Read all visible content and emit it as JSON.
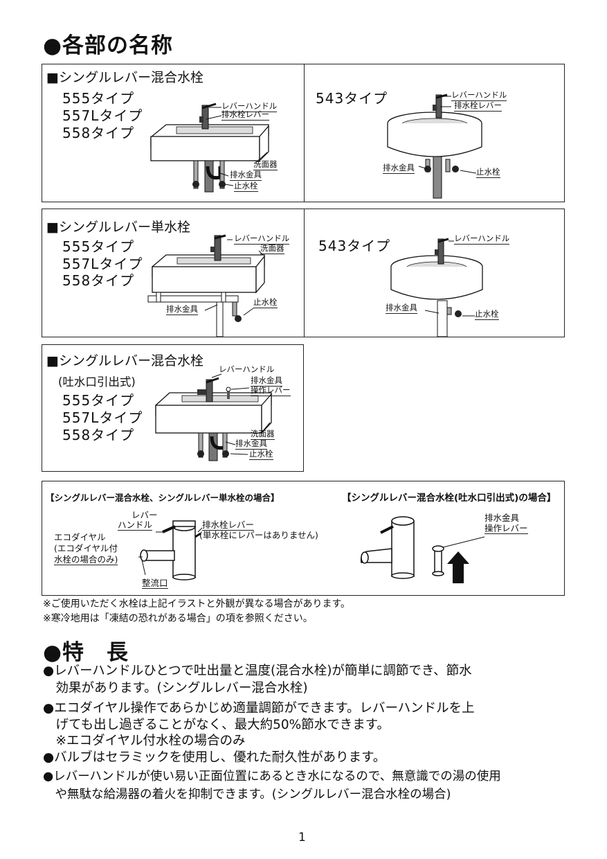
{
  "heading_names": "●各部の名称",
  "box1": {
    "title": "■シングルレバー混合水栓",
    "types": [
      "555タイプ",
      "557Lタイプ",
      "558タイプ"
    ],
    "labels": {
      "lever_handle": "レバーハンドル",
      "drain_lever": "排水栓レバー",
      "basin": "洗面器",
      "drain_fitting": "排水金具",
      "stop_valve": "止水栓"
    },
    "right_type": "543タイプ",
    "right_labels": {
      "lever_handle": "レバーハンドル",
      "drain_lever": "排水栓レバー",
      "drain_fitting": "排水金具",
      "stop_valve": "止水栓"
    }
  },
  "box2": {
    "title": "■シングルレバー単水栓",
    "types": [
      "555タイプ",
      "557Lタイプ",
      "558タイプ"
    ],
    "labels": {
      "lever_handle": "レバーハンドル",
      "basin": "洗面器",
      "drain_fitting": "排水金具",
      "stop_valve": "止水栓"
    },
    "right_type": "543タイプ",
    "right_labels": {
      "lever_handle": "レバーハンドル",
      "drain_fitting": "排水金具",
      "stop_valve": "止水栓"
    }
  },
  "box3": {
    "title": "■シングルレバー混合水栓",
    "subtitle": "(吐水口引出式)",
    "types": [
      "555タイプ",
      "557Lタイプ",
      "558タイプ"
    ],
    "labels": {
      "lever_handle": "レバーハンドル",
      "drain_op_1": "排水金具",
      "drain_op_2": "操作レバー",
      "basin": "洗面器",
      "drain_fitting": "排水金具",
      "stop_valve": "止水栓"
    }
  },
  "box4": {
    "left_heading": "【シングルレバー混合水栓、シングルレバー単水栓の場合】",
    "right_heading": "【シングルレバー混合水栓(吐水口引出式)の場合】",
    "lever_1": "レバー",
    "lever_2": "ハンドル",
    "drain_lever": "排水栓レバー",
    "drain_note": "(単水栓にレバーはありません)",
    "eco_1": "エコダイヤル",
    "eco_2": "(エコダイヤル付",
    "eco_3": "水栓の場合のみ)",
    "aerator": "整流口",
    "drain_op_1": "排水金具",
    "drain_op_2": "操作レバー"
  },
  "notes": [
    "※ご使用いただく水栓は上記イラストと外観が異なる場合があります。",
    "※寒冷地用は「凍結の恐れがある場合」の項を参照ください。"
  ],
  "heading_features": "●特　長",
  "features": [
    "●レバーハンドルひとつで吐出量と温度(混合水栓)が簡単に調節でき、節水",
    "　効果があります。(シングルレバー混合水栓)",
    "●エコダイヤル操作であらかじめ適量調節ができます。レバーハンドルを上",
    "　げても出し過ぎることがなく、最大約50%節水できます。",
    "　※エコダイヤル付水栓の場合のみ",
    "●バルブはセラミックを使用し、優れた耐久性があります。",
    "●レバーハンドルが使い易い正面位置にあるとき水になるので、無意識での湯の使用",
    "　や無駄な給湯器の着火を抑制できます。(シングルレバー混合水栓の場合)"
  ],
  "page_number": "1"
}
